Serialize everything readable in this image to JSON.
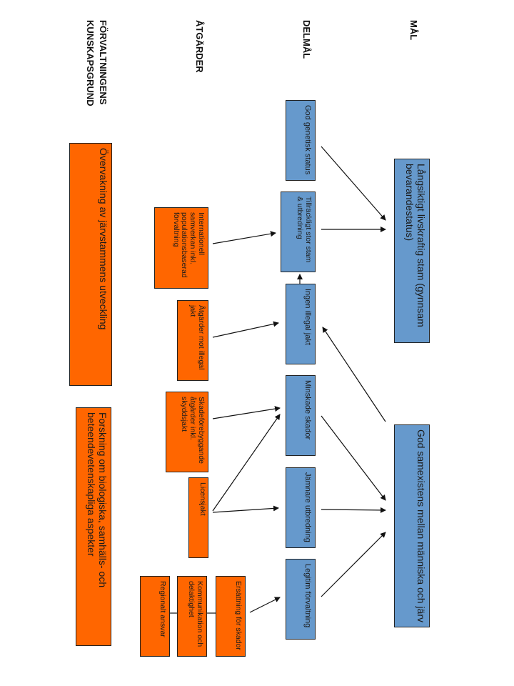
{
  "headers": {
    "mal": "MÅL",
    "delmal": "DELMÅL",
    "atgarder": "ÅTGÄRDER",
    "kunskap_line1": "FÖRVALTNINGENS",
    "kunskap_line2": "KUNSKAPSGRUND"
  },
  "goals": {
    "long_term": "Långsiktigt livskraftig stam (gynnsam bevarandestatus)",
    "coexistence": "God samexistens mellan människa och järv"
  },
  "subgoals": {
    "genetic": "God genetisk status",
    "population_size": "Tillräckligt stor stam & utbredning",
    "no_illegal_hunt": "Ingen illegal jakt",
    "reduced_damage": "Minskade skador",
    "even_distribution": "Jämnare utbredning",
    "legitimate_management": "Legitim förvaltning"
  },
  "actions": {
    "international": "Internationell samverkan inkl. populationsbaserad förvaltning",
    "anti_illegal": "Åtgärder mot illegal jakt",
    "damage_prevention": "Skadeförebyggande åtgärder inkl. skyddsjakt",
    "license_hunt": "Licensjakt",
    "compensation": "Ersättning för skador",
    "communication": "Kommunikation och delaktighet",
    "regional": "Regionalt ansvar"
  },
  "knowledge": {
    "monitoring": "Övervakning av järvstammens utveckling",
    "research": "Forskning om biologiska, samhälls- och beteendevetenskapliga aspekter"
  },
  "colors": {
    "subgoal_fill": "#6699cc",
    "action_fill": "#ff6600",
    "arrow": "#111111"
  }
}
